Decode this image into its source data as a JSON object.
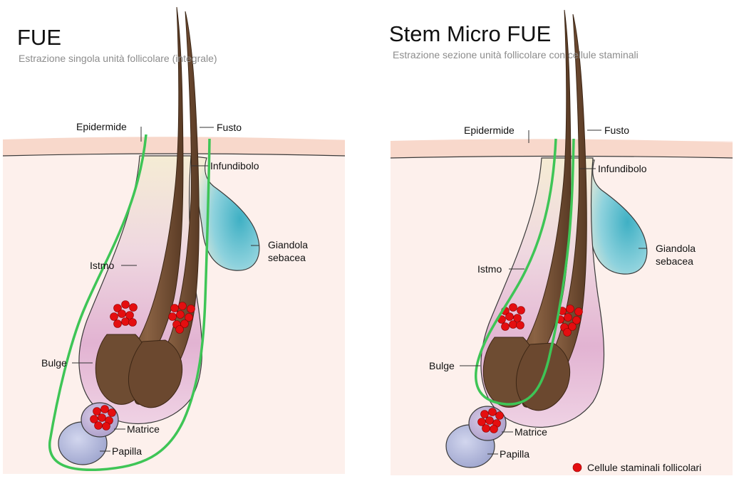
{
  "colors": {
    "skin": "#fdf0ec",
    "epidermis": "#f8d9cd",
    "hair": "#6e4c32",
    "sheath": "#e9c4d9",
    "gland": "#4cb3c6",
    "papilla": "#aab0d4",
    "stem_cell": "#e40e10",
    "extraction_outline": "#3ec556"
  },
  "panels": [
    {
      "title": "FUE",
      "subtitle": "Estrazione singola unità follicolare (integrale)",
      "labels": {
        "epidermide": "Epidermide",
        "fusto": "Fusto",
        "infundibolo": "Infundibolo",
        "giandola_line1": "Giandola",
        "giandola_line2": "sebacea",
        "istmo": "Istmo",
        "bulge": "Bulge",
        "matrice": "Matrice",
        "papilla": "Papilla"
      }
    },
    {
      "title": "Stem Micro FUE",
      "subtitle": "Estrazione sezione unità follicolare con cellule staminali",
      "labels": {
        "epidermide": "Epidermide",
        "fusto": "Fusto",
        "infundibolo": "Infundibolo",
        "giandola_line1": "Giandola",
        "giandola_line2": "sebacea",
        "istmo": "Istmo",
        "bulge": "Bulge",
        "matrice": "Matrice",
        "papilla": "Papilla"
      }
    }
  ],
  "legend": {
    "stem_cells": "Cellule staminali follicolari"
  }
}
